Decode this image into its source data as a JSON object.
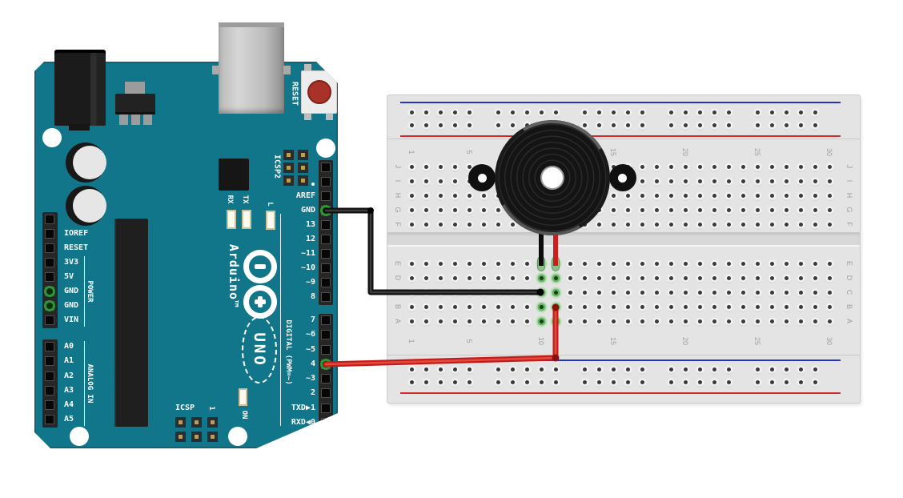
{
  "diagram": {
    "description": "Arduino UNO driving a piezo buzzer on a breadboard (Fritzing-style wiring diagram)"
  },
  "arduino": {
    "brand": "Arduino™",
    "model": "UNO",
    "board_color": "#11768a",
    "silkscreen": {
      "reset": "RESET",
      "icsp2": "ICSP2",
      "icsp": "ICSP",
      "icsp_pin1": "1",
      "rx": "RX",
      "tx": "TX",
      "led_l": "L",
      "led_on": "ON",
      "digital_bracket": "DIGITAL (PWM=~)",
      "power_bracket": "POWER",
      "analog_bracket": "ANALOG IN"
    },
    "pins": {
      "digital_top": [
        "",
        "",
        "AREF",
        "GND",
        "13",
        "12",
        "~11",
        "~10",
        "~9",
        "8"
      ],
      "digital_bottom": [
        "7",
        "~6",
        "~5",
        "4",
        "~3",
        "2",
        "TXD▶1",
        "RXD◀0"
      ],
      "power": [
        "",
        "IOREF",
        "RESET",
        "3V3",
        "5V",
        "GND",
        "GND",
        "VIN"
      ],
      "analog": [
        "A0",
        "A1",
        "A2",
        "A3",
        "A4",
        "A5"
      ]
    }
  },
  "breadboard": {
    "row_letters_top": [
      "J",
      "I",
      "H",
      "G",
      "F"
    ],
    "row_letters_bottom": [
      "E",
      "D",
      "C",
      "B",
      "A"
    ],
    "column_count": 30,
    "numbered_columns": [
      1,
      5,
      10,
      15,
      20,
      25,
      30
    ],
    "rail_negative_color": "#2433c0",
    "rail_positive_color": "#d22b2b",
    "highlighted_holes": [
      "E10",
      "D10",
      "C10",
      "B10",
      "A10",
      "E11",
      "D11",
      "C11",
      "B11",
      "A11"
    ]
  },
  "buzzer": {
    "component": "piezo buzzer",
    "black_lead_hole": "E10",
    "red_lead_hole": "E11"
  },
  "wires": [
    {
      "id": "gnd_wire",
      "color": "black",
      "hex": "#101010",
      "from_pin": "GND",
      "to_hole": "C10"
    },
    {
      "id": "signal_wire",
      "color": "red",
      "hex": "#c41c1c",
      "from_pin": "4",
      "to_hole": "B11"
    }
  ]
}
